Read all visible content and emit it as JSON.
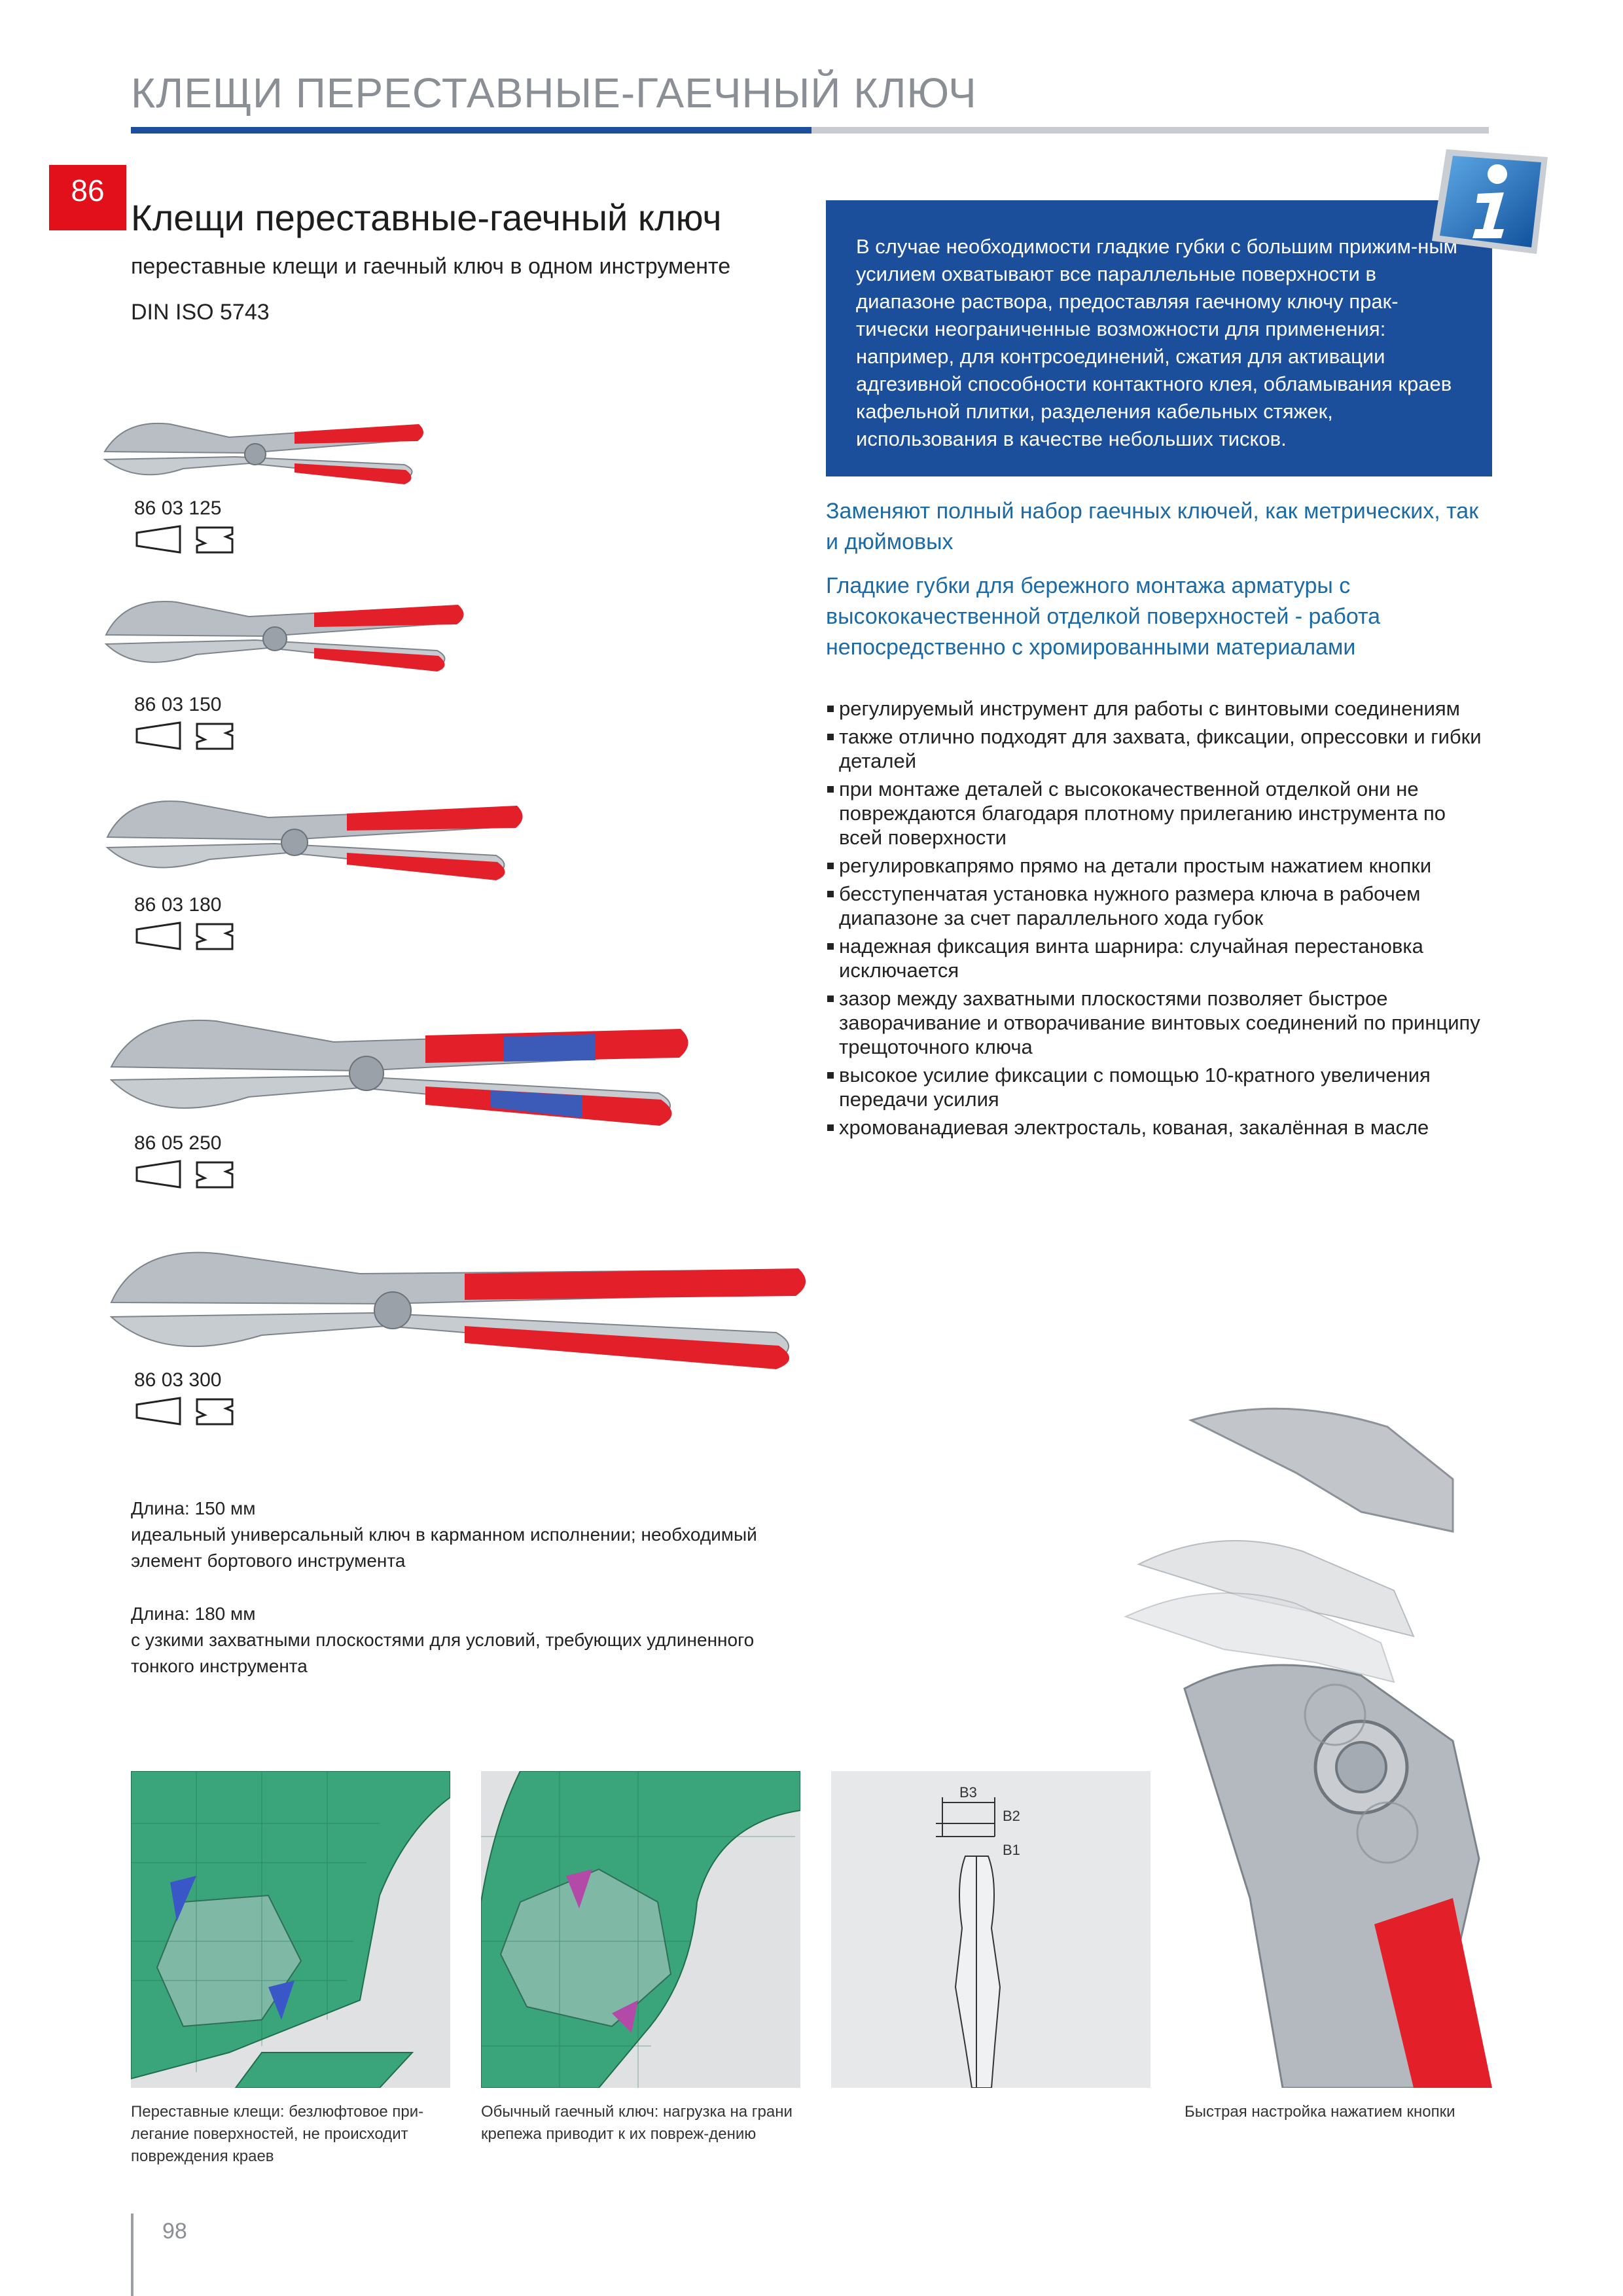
{
  "header": {
    "title": "КЛЕЩИ ПЕРЕСТАВНЫЕ-ГАЕЧНЫЙ КЛЮЧ",
    "section_number": "86"
  },
  "product": {
    "title": "Клещи переставные-гаечный ключ",
    "subtitle": "переставные клещи и гаечный ключ в одном инструменте",
    "norm": "DIN ISO 5743"
  },
  "info_box": {
    "text": "В случае необходимости гладкие губки с большим прижим-ным усилием охватывают все параллельные поверхности в диапазоне раствора, предоставляя гаечному ключу прак-тически неограниченные возможности для применения: например, для контрсоединений, сжатия для активации адгезивной способности контактного клея, обламывания краев кафельной плитки, разделения кабельных стяжек, использования в качестве небольших тисков."
  },
  "highlights": [
    "Заменяют полный набор гаечных ключей, как метрических, так и дюймовых",
    "Гладкие губки для бережного монтажа арматуры с высококачественной отделкой поверхностей - работа непосредственно с хромированными материалами"
  ],
  "features": [
    "регулируемый инструмент для работы с винтовыми соединениям",
    "также отлично подходят для захвата, фиксации, опрессовки и гибки деталей",
    "при монтаже деталей с высококачественной отделкой они не повреждаются благодаря плотному прилеганию инструмента по всей поверхности",
    "регулировкапрямо прямо на детали простым нажатием кнопки",
    "бесступенчатая  установка нужного размера ключа в рабочем диапазоне за счет параллельного хода губок",
    "надежная фиксация винта шарнира: случайная перестановка исключается",
    "зазор между захватными плоскостями позволяет быстрое заворачивание и отворачивание винтовых соединений по принципу трещоточного ключа",
    "высокое усилие фиксации с помощью 10-кратного увеличения передачи усилия",
    "хромованадиевая электросталь, кованая, закалённая в масле"
  ],
  "products": [
    {
      "sku": "86 03 125",
      "handle_color": "#e3202a",
      "accent_color": ""
    },
    {
      "sku": "86 03 150",
      "handle_color": "#e3202a",
      "accent_color": ""
    },
    {
      "sku": "86 03 180",
      "handle_color": "#e3202a",
      "accent_color": ""
    },
    {
      "sku": "86 05 250",
      "handle_color": "#e3202a",
      "accent_color": "#3c5bb8"
    },
    {
      "sku": "86 03 300",
      "handle_color": "#e3202a",
      "accent_color": ""
    }
  ],
  "descriptions": [
    {
      "title": "Длина: 150 мм",
      "text": "идеальный универсальный ключ в карманном исполнении; необходимый элемент бортового инструмента"
    },
    {
      "title": "Длина: 180 мм",
      "text": "с узкими захватными плоскостями для условий, требующих удлиненного тонкого инструмента"
    }
  ],
  "figures": {
    "diagram_labels": [
      "B3",
      "B2",
      "B1"
    ],
    "captions": [
      "Переставные клещи: безлюфтовое при-легание поверхностей, не происходит повреждения краев",
      "Обычный гаечный ключ: нагрузка на грани крепежа приводит к их повреж-дению",
      "Быстрая настройка нажатием кнопки"
    ]
  },
  "colors": {
    "brand_blue": "#1b4f9c",
    "brand_red": "#e2101a",
    "fem_green": "#3aa57a"
  },
  "footer": {
    "page_number": "98"
  }
}
